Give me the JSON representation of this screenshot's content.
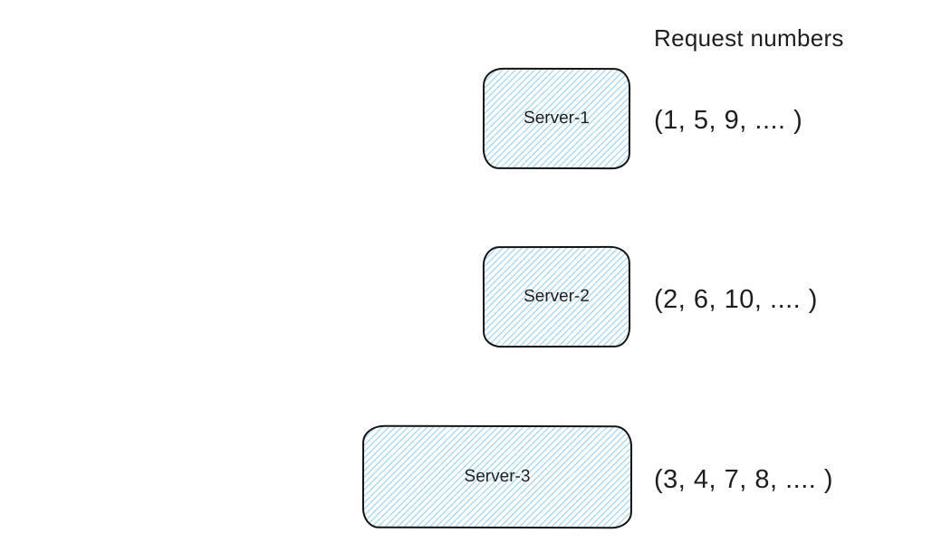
{
  "diagram": {
    "title": "Request numbers",
    "rows": [
      {
        "server_label": "Server-1",
        "requests": "(1, 5, 9, .... )"
      },
      {
        "server_label": "Server-2",
        "requests": "(2, 6, 10, .... )"
      },
      {
        "server_label": "Server-3",
        "requests": "(3, 4, 7, 8, .... )"
      }
    ],
    "colors": {
      "box_border": "#141414",
      "box_hatch_fill": "#aed9f7",
      "text": "#1e1e1e",
      "background": "#ffffff"
    }
  }
}
